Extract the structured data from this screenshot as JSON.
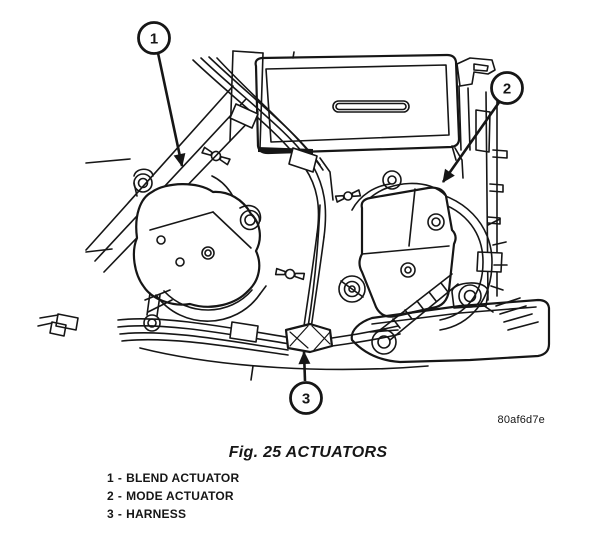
{
  "figure": {
    "caption": "Fig. 25 ACTUATORS",
    "plate_code": "80af6d7e",
    "callouts": [
      {
        "number": "1"
      },
      {
        "number": "2"
      },
      {
        "number": "3"
      }
    ]
  },
  "legend": {
    "separator": "-",
    "items": [
      {
        "number": "1",
        "label": "BLEND ACTUATOR"
      },
      {
        "number": "2",
        "label": "MODE ACTUATOR"
      },
      {
        "number": "3",
        "label": "HARNESS"
      }
    ]
  },
  "colors": {
    "ink": "#161616",
    "paper": "#ffffff"
  }
}
